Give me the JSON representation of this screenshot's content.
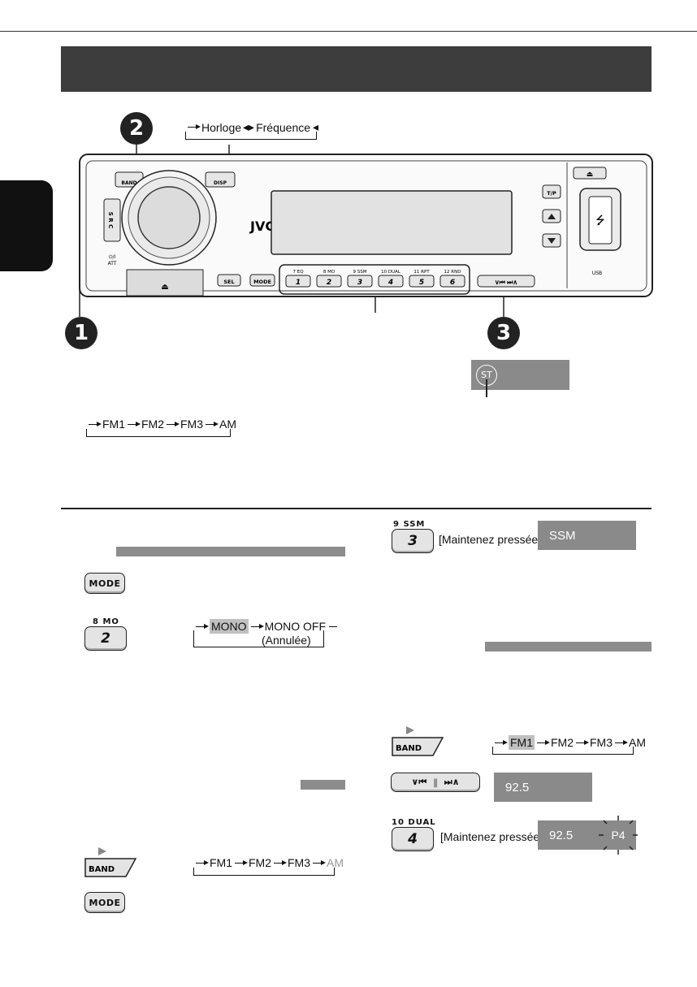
{
  "callouts": [
    "1",
    "2",
    "3"
  ],
  "display_sequence": [
    "Horloge",
    "Fréquence"
  ],
  "device": {
    "brand": "JVC",
    "band_label": "BAND",
    "disp_label": "DISP",
    "src_label": "S R C",
    "att_label": "ATT",
    "power_symbol": "⏻/I",
    "tp_label": "T/P",
    "sel_label": "SEL",
    "mode_label": "MODE",
    "usb_label": "USB",
    "presets": [
      {
        "num": "1",
        "cap": "7 EQ"
      },
      {
        "num": "2",
        "cap": "8 MO"
      },
      {
        "num": "3",
        "cap": "9 SSM"
      },
      {
        "num": "4",
        "cap": "10 DUAL"
      },
      {
        "num": "5",
        "cap": "11 RPT"
      },
      {
        "num": "6",
        "cap": "12 RND"
      }
    ]
  },
  "st_indicator": "ST",
  "band_sequence": [
    "FM1",
    "FM2",
    "FM3",
    "AM"
  ],
  "left_column": {
    "mode_btn": "MODE",
    "mo_cap": "8  MO",
    "mo_num": "2",
    "mono_seq": [
      "MONO",
      "MONO OFF"
    ],
    "mono_off_note": "(Annulée)",
    "band_btn": "BAND",
    "band_seq": [
      "FM1",
      "FM2",
      "FM3",
      "AM"
    ],
    "mode_btn2": "MODE"
  },
  "right_column": {
    "ssm_cap": "9  SSM",
    "ssm_num": "3",
    "ssm_hold": "[Maintenez pressée]",
    "ssm_display": "SSM",
    "band_btn": "BAND",
    "band_seq": [
      "FM1",
      "FM2",
      "FM3",
      "AM"
    ],
    "freq_display": "92.5",
    "dual_cap": "10 DUAL",
    "dual_num": "4",
    "dual_hold": "[Maintenez pressée]",
    "preset_display_freq": "92.5",
    "preset_badge": "P4"
  }
}
